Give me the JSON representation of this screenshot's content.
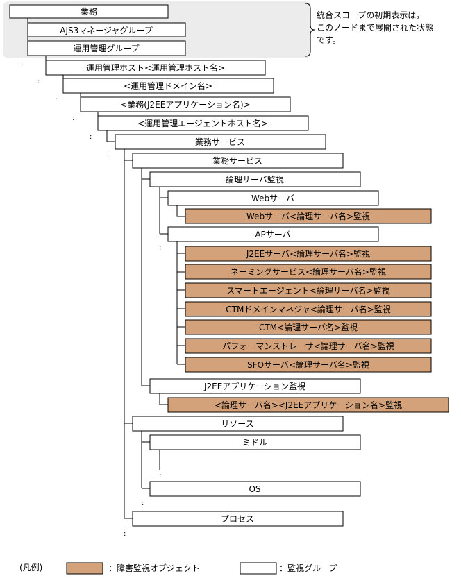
{
  "note": {
    "lines": [
      "統合スコープの初期表示は，",
      "このノードまで展開された状態",
      "です。"
    ]
  },
  "colors": {
    "fault_fill": "#d4a27a",
    "group_fill": "#ffffff",
    "scope_bg": "#ececec"
  },
  "nodes": [
    {
      "id": "n1",
      "label": "業務",
      "type": "group"
    },
    {
      "id": "n2",
      "label": "AJS3マネージャグループ",
      "type": "group"
    },
    {
      "id": "n3",
      "label": "運用管理グループ",
      "type": "group"
    },
    {
      "id": "n4",
      "label": "運用管理ホスト<運用管理ホスト名>",
      "type": "group"
    },
    {
      "id": "n5",
      "label": "<運用管理ドメイン名>",
      "type": "group"
    },
    {
      "id": "n6",
      "label": "<業務(J2EEアプリケーション名)>",
      "type": "group"
    },
    {
      "id": "n7",
      "label": "<運用管理エージェントホスト名>",
      "type": "group"
    },
    {
      "id": "n8",
      "label": "業務サービス",
      "type": "group"
    },
    {
      "id": "n9",
      "label": "業務サービス",
      "type": "group"
    },
    {
      "id": "n10",
      "label": "論理サーバ監視",
      "type": "group"
    },
    {
      "id": "n11",
      "label": "Webサーバ",
      "type": "group"
    },
    {
      "id": "n12",
      "label": "Webサーバ<論理サーバ名>監視",
      "type": "fault"
    },
    {
      "id": "n13",
      "label": "APサーバ",
      "type": "group"
    },
    {
      "id": "n14",
      "label": "J2EEサーバ<論理サーバ名>監視",
      "type": "fault"
    },
    {
      "id": "n15",
      "label": "ネーミングサービス<論理サーバ名>監視",
      "type": "fault"
    },
    {
      "id": "n16",
      "label": "スマートエージェント<論理サーバ名>監視",
      "type": "fault"
    },
    {
      "id": "n17",
      "label": "CTMドメインマネジャ<論理サーバ名>監視",
      "type": "fault"
    },
    {
      "id": "n18",
      "label": "CTM<論理サーバ名>監視",
      "type": "fault"
    },
    {
      "id": "n19",
      "label": "パフォーマンストレーサ<論理サーバ名>監視",
      "type": "fault"
    },
    {
      "id": "n20",
      "label": "SFOサーバ<論理サーバ名>監視",
      "type": "fault"
    },
    {
      "id": "n21",
      "label": "J2EEアプリケーション監視",
      "type": "group"
    },
    {
      "id": "n22",
      "label": "<論理サーバ名><J2EEアプリケーション名>監視",
      "type": "fault"
    },
    {
      "id": "n23",
      "label": "リソース",
      "type": "group"
    },
    {
      "id": "n24",
      "label": "ミドル",
      "type": "group"
    },
    {
      "id": "n25",
      "label": "OS",
      "type": "group"
    },
    {
      "id": "n26",
      "label": "プロセス",
      "type": "group"
    }
  ],
  "legend": {
    "prefix": "(凡例)",
    "fault_label": "：障害監視オブジェクト",
    "group_label": "：監視グループ"
  }
}
